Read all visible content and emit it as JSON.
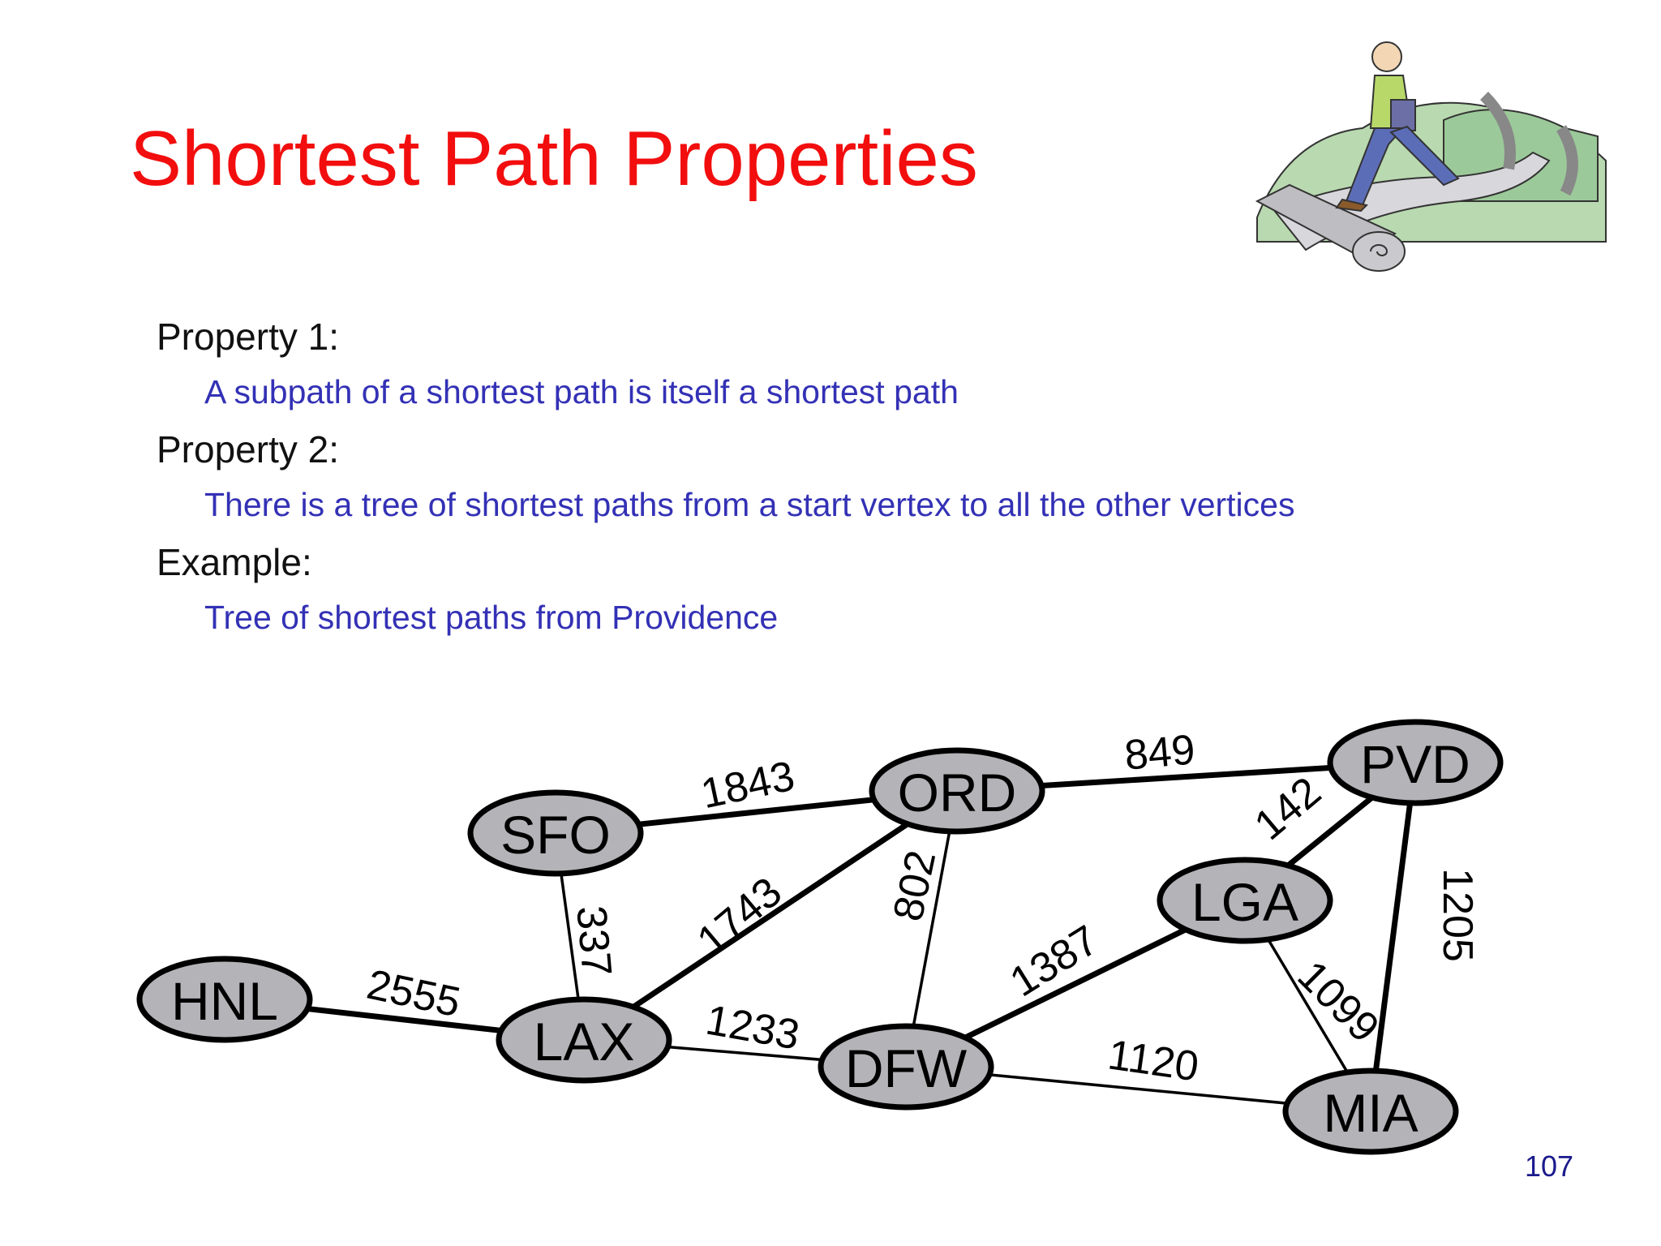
{
  "slide": {
    "title": "Shortest Path Properties",
    "page_number": "107"
  },
  "content": {
    "property1_label": "Property 1:",
    "property1_text": "A subpath of a shortest path is itself a shortest path",
    "property2_label": "Property 2:",
    "property2_text": "There is a tree of shortest paths from a start vertex to all the other vertices",
    "example_label": "Example:",
    "example_text": "Tree of shortest paths from Providence"
  },
  "colors": {
    "title": "#f20e0e",
    "body_text": "#111111",
    "item_text": "#3331b5",
    "node_fill": "#b4b3b8",
    "edge": "#000000"
  },
  "graph": {
    "nodes": [
      {
        "id": "HNL",
        "label": "HNL"
      },
      {
        "id": "SFO",
        "label": "SFO"
      },
      {
        "id": "LAX",
        "label": "LAX"
      },
      {
        "id": "ORD",
        "label": "ORD"
      },
      {
        "id": "DFW",
        "label": "DFW"
      },
      {
        "id": "PVD",
        "label": "PVD"
      },
      {
        "id": "LGA",
        "label": "LGA"
      },
      {
        "id": "MIA",
        "label": "MIA"
      }
    ],
    "edges": [
      {
        "from": "HNL",
        "to": "LAX",
        "weight": "2555",
        "in_tree": true
      },
      {
        "from": "SFO",
        "to": "LAX",
        "weight": "337",
        "in_tree": false
      },
      {
        "from": "SFO",
        "to": "ORD",
        "weight": "1843",
        "in_tree": true
      },
      {
        "from": "LAX",
        "to": "ORD",
        "weight": "1743",
        "in_tree": true
      },
      {
        "from": "LAX",
        "to": "DFW",
        "weight": "1233",
        "in_tree": false
      },
      {
        "from": "ORD",
        "to": "DFW",
        "weight": "802",
        "in_tree": false
      },
      {
        "from": "ORD",
        "to": "PVD",
        "weight": "849",
        "in_tree": true
      },
      {
        "from": "DFW",
        "to": "LGA",
        "weight": "1387",
        "in_tree": true
      },
      {
        "from": "DFW",
        "to": "MIA",
        "weight": "1120",
        "in_tree": false
      },
      {
        "from": "LGA",
        "to": "PVD",
        "weight": "142",
        "in_tree": true
      },
      {
        "from": "LGA",
        "to": "MIA",
        "weight": "1099",
        "in_tree": false
      },
      {
        "from": "PVD",
        "to": "MIA",
        "weight": "1205",
        "in_tree": true
      }
    ]
  }
}
